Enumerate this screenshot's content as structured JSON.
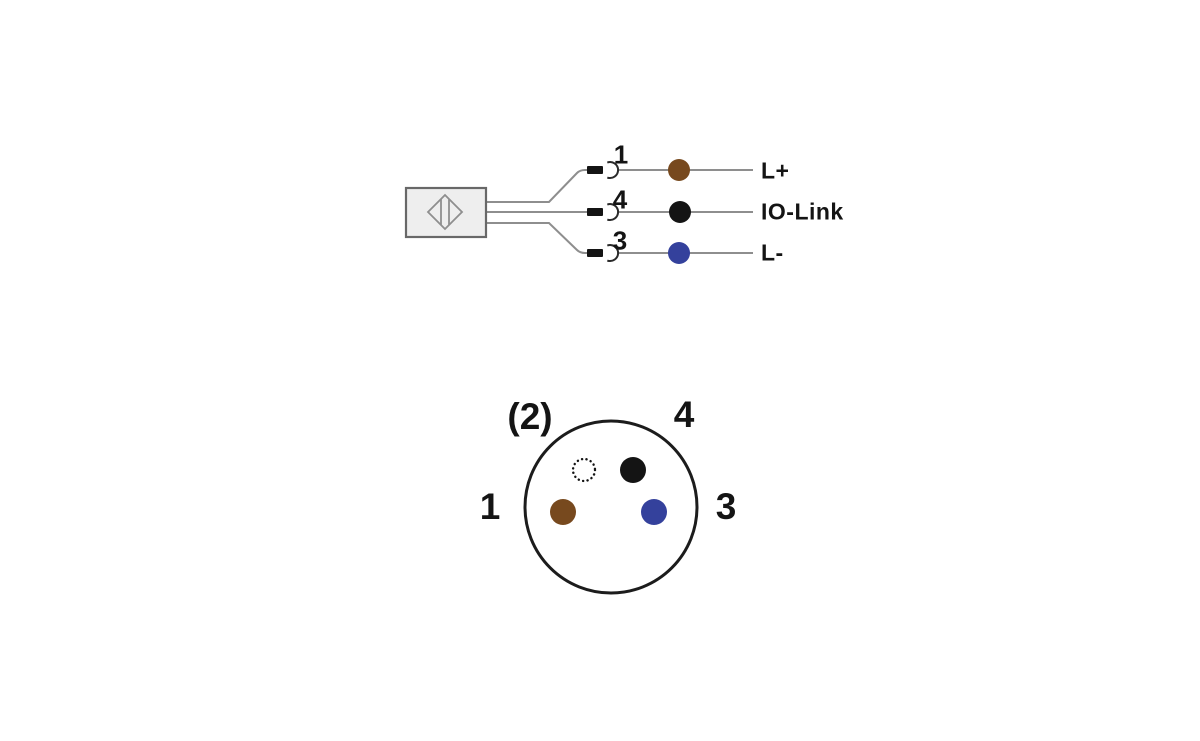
{
  "background": "#ffffff",
  "colors": {
    "wire": "#8e8e8e",
    "outline": "#1c1c1c",
    "box_fill": "#eeeeee",
    "box_border": "#686868",
    "symbol_stroke": "#8e8e8e"
  },
  "wiring_diagram": {
    "rows": [
      {
        "pin": "1",
        "label": "L+",
        "wire_color_name": "brown",
        "wire_color": "#77491e"
      },
      {
        "pin": "4",
        "label": "IO-Link",
        "wire_color_name": "black",
        "wire_color": "#141414"
      },
      {
        "pin": "3",
        "label": "L-",
        "wire_color_name": "blue",
        "wire_color": "#34419c"
      }
    ]
  },
  "connector_view": {
    "pins": [
      {
        "label": "(2)",
        "position": "top-left",
        "style": "unused-dashed",
        "color": "#ffffff",
        "color_name": "none"
      },
      {
        "label": "4",
        "position": "top-right",
        "style": "filled",
        "color": "#141414",
        "color_name": "black"
      },
      {
        "label": "1",
        "position": "left",
        "style": "filled",
        "color": "#77491e",
        "color_name": "brown"
      },
      {
        "label": "3",
        "position": "right",
        "style": "filled",
        "color": "#34419c",
        "color_name": "blue"
      }
    ]
  }
}
